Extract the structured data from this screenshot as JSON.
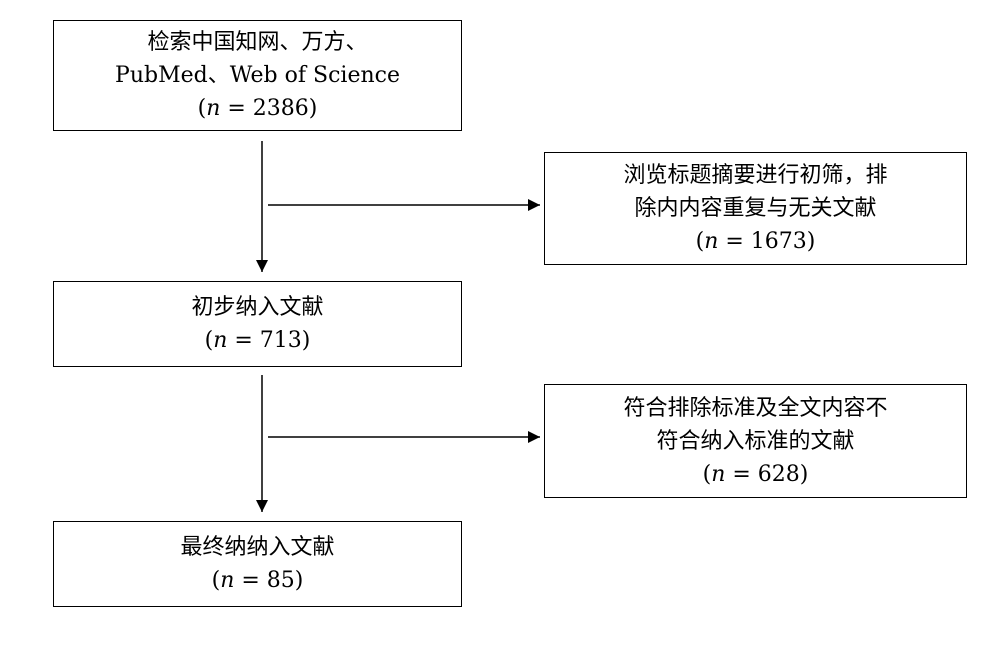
{
  "flowchart": {
    "search_box": {
      "lines": [
        "检索中国知网、万方、",
        "PubMed、Web of Science"
      ],
      "count": {
        "var": "n",
        "eq": " = ",
        "value": "2386"
      }
    },
    "excluded_1": {
      "lines": [
        "浏览标题摘要进行初筛，排",
        "除内内容重复与无关文献"
      ],
      "count": {
        "var": "n",
        "eq": " = ",
        "value": "1673"
      }
    },
    "initial_box": {
      "lines": [
        "初步纳入文献"
      ],
      "count": {
        "var": "n",
        "eq": " = ",
        "value": "713"
      }
    },
    "excluded_2": {
      "lines": [
        "符合排除标准及全文内容不",
        "符合纳入标准的文献"
      ],
      "count": {
        "var": "n",
        "eq": " = ",
        "value": "628"
      }
    },
    "final_box": {
      "lines": [
        "最终纳纳入文献"
      ],
      "count": {
        "var": "n",
        "eq": " = ",
        "value": "85"
      }
    }
  }
}
